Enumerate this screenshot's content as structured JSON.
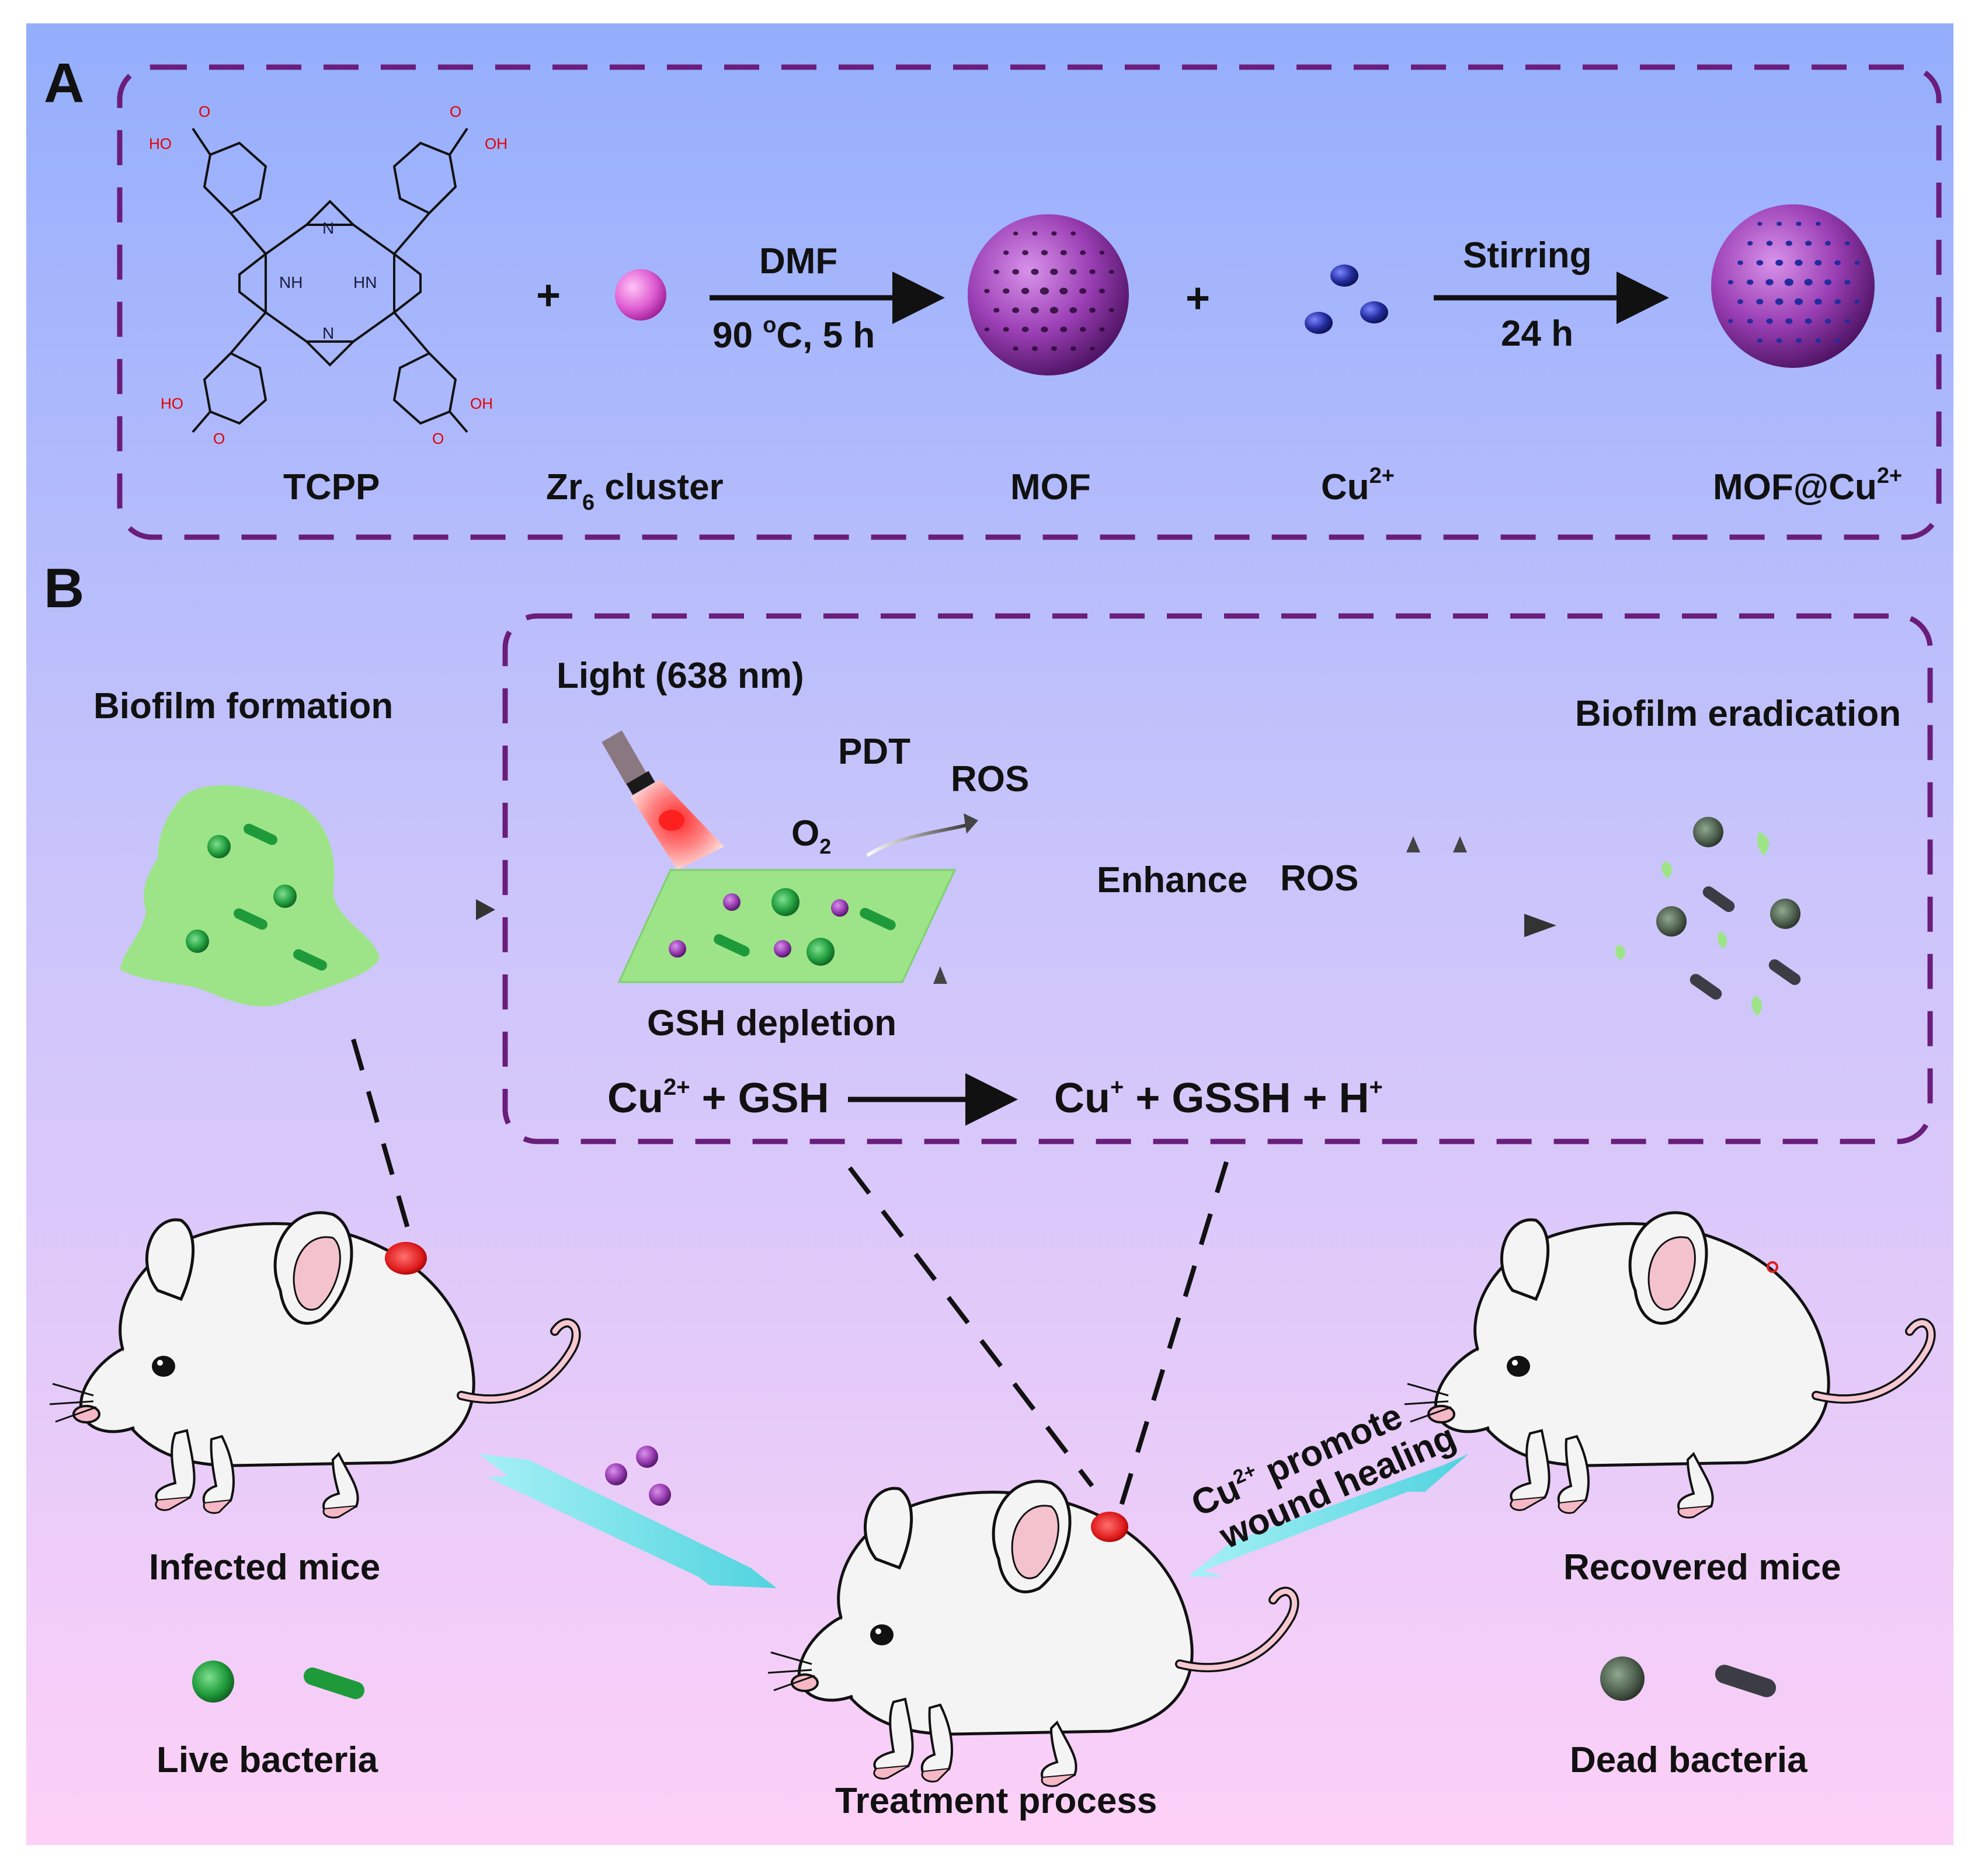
{
  "colors": {
    "background_top": "#94aefc",
    "background_bottom": "#fdd0f7",
    "dashed_border": "#6a1d7a",
    "mof_sphere": "#9b3fb5",
    "zr_cluster": "#e05fd3",
    "cu_ion": "#232c9e",
    "biofilm": "#9de489",
    "live_bacteria": "#1f9a3a",
    "dead_bacteria": "#3c3c45",
    "wound": "#e01e1e",
    "light_beam": "#ff2b2b",
    "transfer_arrow": "#5ee6e6"
  },
  "panel_a": {
    "label": "A",
    "tcpp_label": "TCPP",
    "tcpp_groups": {
      "ho": "HO",
      "o": "O",
      "oh": "OH",
      "n": "N",
      "nh": "NH",
      "hn": "HN"
    },
    "plus": "+",
    "zr_label_main": "Zr",
    "zr_label_sub": "6",
    "zr_label_rest": " cluster",
    "step1_top": "DMF",
    "step1_bottom_a": "90 ",
    "step1_bottom_sup": "o",
    "step1_bottom_b": "C, 5 h",
    "mof_label": "MOF",
    "cu_label": "Cu",
    "cu_sup": "2+",
    "step2_top": "Stirring",
    "step2_bottom": "24 h",
    "product_label": "MOF@Cu",
    "product_sup": "2+"
  },
  "panel_b": {
    "label": "B",
    "biofilm_formation": "Biofilm formation",
    "light": "Light (638 nm)",
    "pdt": "PDT",
    "ros": "ROS",
    "o2_main": "O",
    "o2_sub": "2",
    "enhance": "Enhance",
    "enhance_ros": "ROS",
    "biofilm_eradication": "Biofilm eradication",
    "gsh_depletion": "GSH depletion",
    "reaction_left_a": "Cu",
    "reaction_left_sup": "2+",
    "reaction_left_b": " + GSH",
    "reaction_right_a": "Cu",
    "reaction_right_sup": "+",
    "reaction_right_b": " + GSSH + H",
    "reaction_right_sup2": "+",
    "infected_mice": "Infected mice",
    "treatment_process": "Treatment process",
    "recovered_mice": "Recovered mice",
    "cu_promote_a": "Cu",
    "cu_promote_sup": "2+",
    "cu_promote_b": " promote",
    "wound_healing": "wound healing",
    "live_bacteria": "Live bacteria",
    "dead_bacteria": "Dead bacteria"
  }
}
